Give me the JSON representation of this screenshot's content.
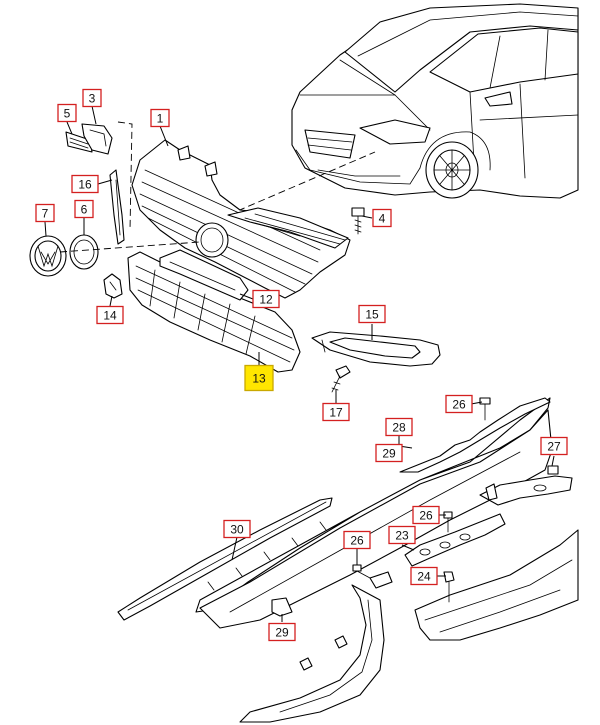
{
  "callouts": [
    {
      "label": "1"
    },
    {
      "label": "3"
    },
    {
      "label": "5"
    },
    {
      "label": "16"
    },
    {
      "label": "7"
    },
    {
      "label": "6"
    },
    {
      "label": "4"
    },
    {
      "label": "12"
    },
    {
      "label": "14"
    },
    {
      "label": "15"
    },
    {
      "label": "13"
    },
    {
      "label": "17"
    },
    {
      "label": "26"
    },
    {
      "label": "28"
    },
    {
      "label": "29"
    },
    {
      "label": "27"
    },
    {
      "label": "26"
    },
    {
      "label": "23"
    },
    {
      "label": "30"
    },
    {
      "label": "26"
    },
    {
      "label": "24"
    },
    {
      "label": "29"
    }
  ],
  "highlight_color": "#ffe600",
  "callout_border_color": "#d42020"
}
